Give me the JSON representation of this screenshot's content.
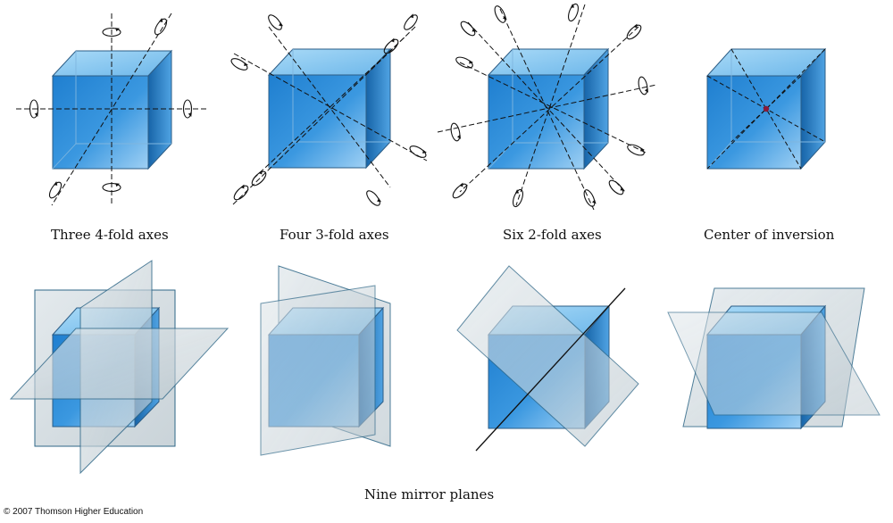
{
  "labels": {
    "four_fold": "Three 4-fold axes",
    "three_fold": "Four 3-fold axes",
    "two_fold": "Six 2-fold axes",
    "inversion": "Center of inversion",
    "mirror": "Nine mirror planes"
  },
  "copyright": "© 2007 Thomson Higher Education",
  "colors": {
    "cube_front": "#2f8fdc",
    "cube_top": "#8ccaf2",
    "cube_side": "#1868ac",
    "edge": "#2c5d86",
    "plane": "#c9d6dd",
    "plane_edge": "#2f6787",
    "inversion_point": "#8b1a3a"
  }
}
